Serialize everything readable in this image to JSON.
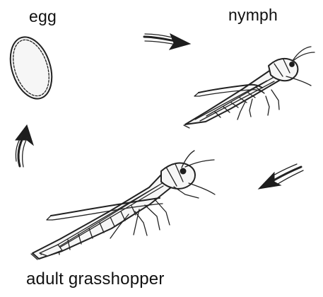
{
  "labels": {
    "egg": "egg",
    "nymph": "nymph",
    "adult": "adult grasshopper"
  },
  "stages": [
    "egg",
    "nymph",
    "adult grasshopper"
  ],
  "style": {
    "ink": "#222222",
    "background": "#ffffff"
  }
}
